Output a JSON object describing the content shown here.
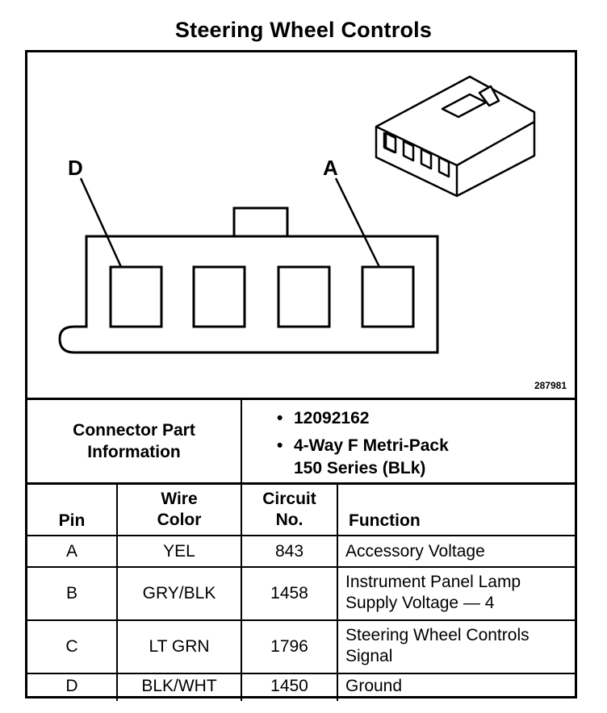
{
  "title": "Steering Wheel Controls",
  "figure": {
    "label_d": "D",
    "label_a": "A",
    "figure_id": "287981"
  },
  "connector_info": {
    "label": "Connector Part Information",
    "part_number": "12092162",
    "description_line1": "4-Way F Metri-Pack",
    "description_line2": "150 Series (BLk)"
  },
  "table": {
    "headers": {
      "pin": "Pin",
      "wire_color": "Wire Color",
      "circuit_no": "Circuit No.",
      "function": "Function"
    },
    "rows": [
      {
        "pin": "A",
        "wire_color": "YEL",
        "circuit": "843",
        "function": "Accessory Voltage"
      },
      {
        "pin": "B",
        "wire_color": "GRY/BLK",
        "circuit": "1458",
        "function": "Instrument Panel Lamp Supply Voltage — 4"
      },
      {
        "pin": "C",
        "wire_color": "LT GRN",
        "circuit": "1796",
        "function": "Steering Wheel Controls Signal"
      },
      {
        "pin": "D",
        "wire_color": "BLK/WHT",
        "circuit": "1450",
        "function": "Ground"
      }
    ]
  }
}
